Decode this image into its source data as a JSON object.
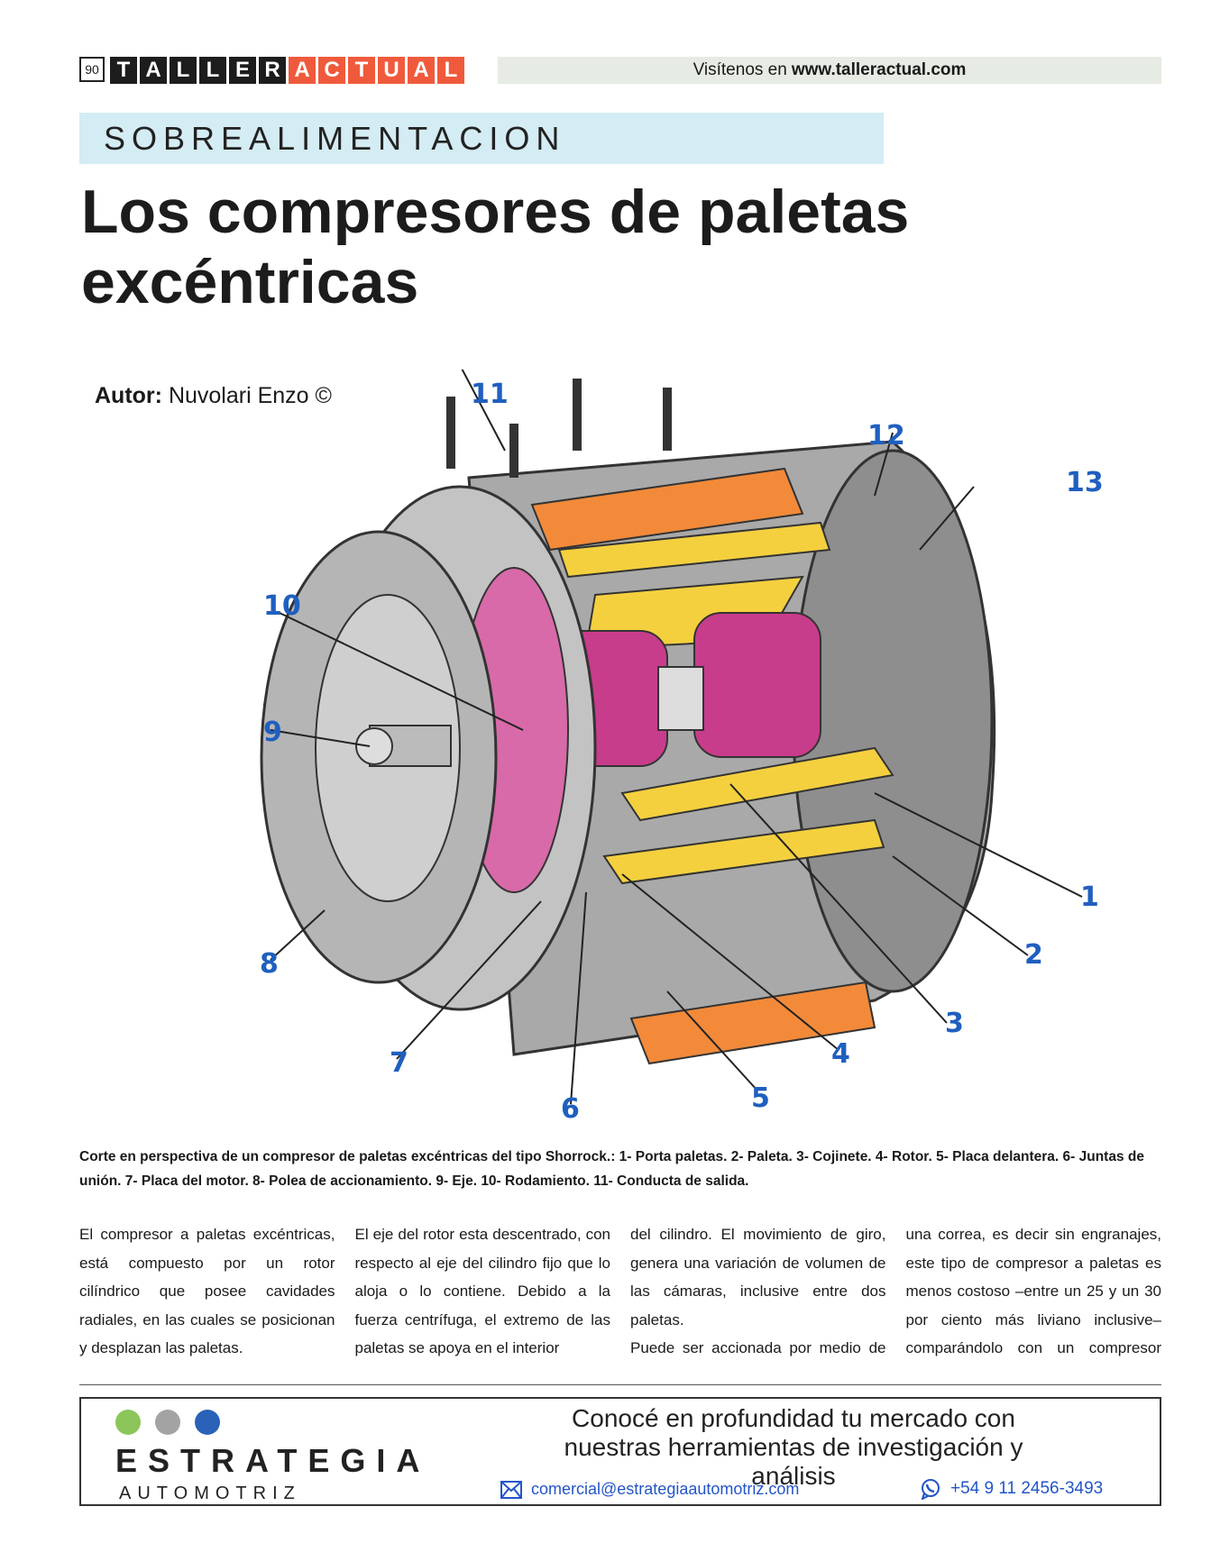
{
  "header": {
    "page_number": "90",
    "logo_dark": [
      "T",
      "A",
      "L",
      "L",
      "E",
      "R"
    ],
    "logo_accent": [
      "A",
      "C",
      "T",
      "U",
      "A",
      "L"
    ],
    "visit_prefix": "Visítenos en",
    "visit_url": "www.talleractual.com"
  },
  "section": "SOBREALIMENTACION",
  "title": "Los compresores de paletas excéntricas",
  "author": {
    "label": "Autor:",
    "name": "Nuvolari Enzo ©"
  },
  "diagram": {
    "labels": [
      "1",
      "2",
      "3",
      "4",
      "5",
      "6",
      "7",
      "8",
      "9",
      "10",
      "11",
      "12",
      "13"
    ]
  },
  "caption": "Corte en perspectiva de un compresor de paletas excéntricas del tipo Shorrock.: 1- Porta paletas. 2- Paleta. 3- Cojinete. 4- Rotor. 5- Placa delantera. 6- Juntas de unión. 7- Placa del motor. 8- Polea de accionamiento. 9- Eje. 10- Rodamiento. 11- Conducta de salida.",
  "columns": [
    "El compresor a paletas excéntricas, está compuesto por un rotor cilíndrico que posee cavidades radiales, en las cuales se posicionan y desplazan las paletas.",
    "El eje del rotor esta descentrado, con respecto al eje del cilindro fijo que lo aloja o lo contiene. Debido a la fuerza centrífuga, el extremo de las paletas se apoya en el interior",
    "del cilindro. El movimiento de giro, genera una variación de volumen de las cámaras, inclusive entre dos paletas.",
    "Puede ser accionada por medio de",
    "una correa, es decir sin engranajes, este tipo de compresor a paletas es menos costoso –entre un 25 y un 30 por ciento más liviano inclusive– comparándolo con un compresor"
  ],
  "ad": {
    "brand": "ESTRATEGIA",
    "brand_sub": "AUTOMOTRIZ",
    "slogan": "Conocé en profundidad tu mercado con nuestras herramientas de investigación y análisis",
    "email": "comercial@estrategiaautomotriz.com",
    "phone": "+54 9 11 2456-3493",
    "dot_colors": [
      "#8cc65a",
      "#a3a3a3",
      "#2a62b8"
    ]
  }
}
